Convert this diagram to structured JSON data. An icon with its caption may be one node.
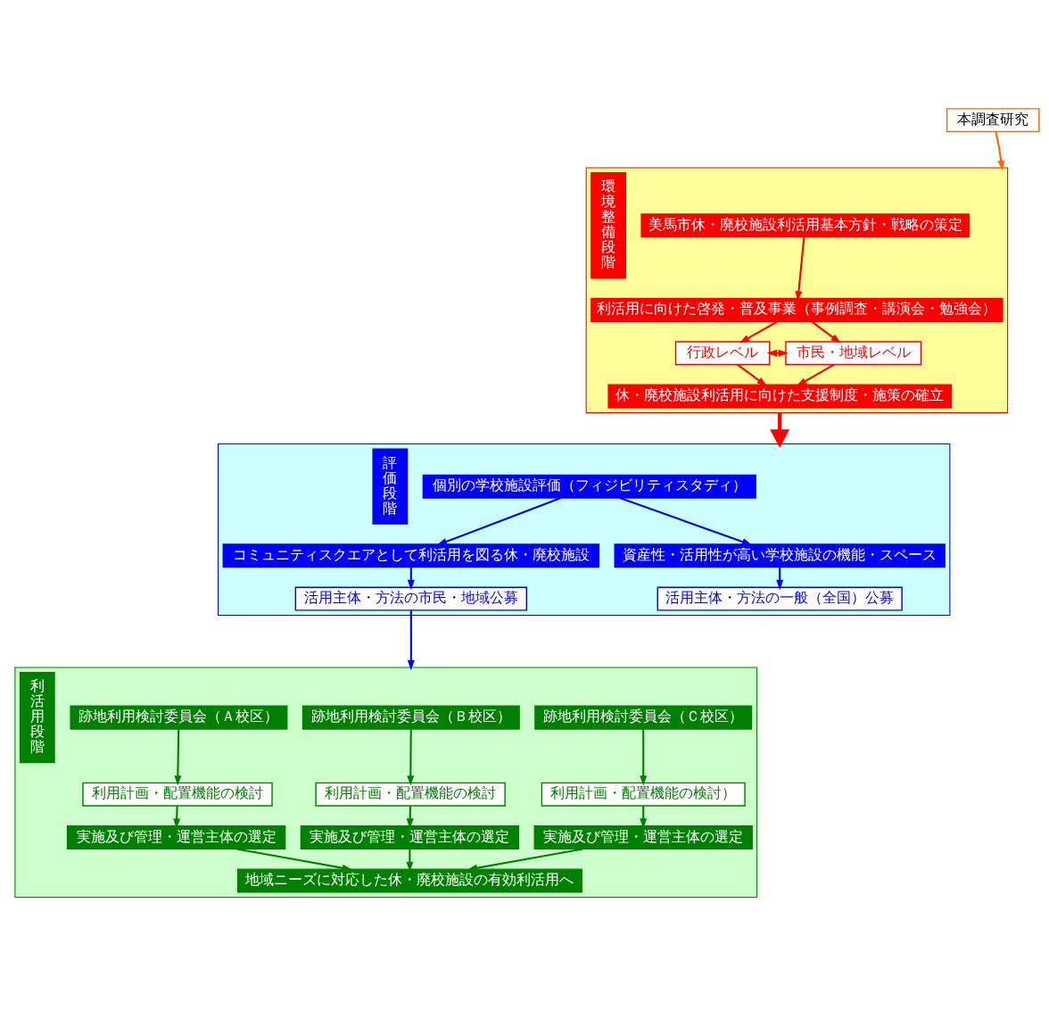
{
  "diagram": {
    "nodes": [
      {
        "text": [
          "本調査研究"
        ]
      },
      {
        "text": [],
        "shape": "box"
      },
      {
        "text": [
          "環境整備段階"
        ],
        "in": 1
      },
      {
        "text": [
          "美馬市休・廃校施設利活用基本方針・戦略の策定"
        ],
        "in": 1
      },
      {
        "text": [
          "利活用に向けた啓発・普及事業（事例調査・講演会・勉強会）"
        ],
        "in": 1
      },
      {
        "text": [
          "行政レベル"
        ],
        "in": 1
      },
      {
        "text": [
          "市民・地域レベル"
        ],
        "in": 1
      },
      {
        "text": [
          "休・廃校施設利活用に向けた支援制度・施策の確立"
        ],
        "in": 1
      },
      {
        "text": [],
        "shape": "box"
      },
      {
        "text": [
          "評価段階"
        ],
        "in": 8
      },
      {
        "text": [
          "個別の学校施設評価（フィジビリティスタディ）"
        ],
        "in": 8
      },
      {
        "text": [
          "資産性・活用性が高い学校施設の機能・スペース"
        ],
        "in": 8
      },
      {
        "text": [
          "コミュニティスクエアとして利活用を図る休・廃校施設"
        ],
        "in": 8
      },
      {
        "text": [
          "活用主体・方法の一般（全国）公募"
        ],
        "in": 8
      },
      {
        "text": [
          "活用主体・方法の市民・地域公募"
        ],
        "in": 8
      },
      {
        "text": [],
        "shape": "box"
      },
      {
        "text": [
          "利活用段階"
        ],
        "in": 15
      },
      {
        "text": [
          "跡地利用検討委員会（Ａ校区）"
        ],
        "in": 15
      },
      {
        "text": [
          "跡地利用検討委員会（Ｂ校区）"
        ],
        "in": 15
      },
      {
        "text": [
          "跡地利用検討委員会（Ｃ校区）"
        ],
        "in": 15
      },
      {
        "text": [
          "利用計画・配置機能の検討"
        ],
        "in": 15
      },
      {
        "text": [
          "利用計画・配置機能の検討"
        ],
        "in": 15
      },
      {
        "text": [
          "利用計画・配置機能の検討）"
        ],
        "in": 15
      },
      {
        "text": [
          "実施及び管理・運営主体の選定"
        ],
        "in": 15
      },
      {
        "text": [
          "実施及び管理・運営主体の選定"
        ],
        "in": 15
      },
      {
        "text": [
          "実施及び管理・運営主体の選定"
        ],
        "in": 15
      },
      {
        "text": [
          "地域ニーズに対応した休・廃校施設の有効利活用へ"
        ],
        "in": 15
      }
    ],
    "edges": [
      {
        "from": 0,
        "to": 1,
        "arrow": "to",
        "color": "#ff6600"
      },
      {
        "from": 3,
        "to": 4,
        "arrow": "to",
        "color": "#ff0000"
      },
      {
        "from": 4,
        "to": 5,
        "arrow": "to",
        "color": "#ff0000"
      },
      {
        "from": 4,
        "to": 6,
        "arrow": "to",
        "color": "#ff0000"
      },
      {
        "from": 5,
        "to": 6,
        "arrow": "both",
        "color": "#ff0000"
      },
      {
        "from": 5,
        "to": 7,
        "arrow": "to",
        "color": "#ff0000"
      },
      {
        "from": 6,
        "to": 7,
        "arrow": "to",
        "color": "#ff0000"
      },
      {
        "from": 1,
        "to": 8,
        "arrow": "to",
        "style": "thick",
        "color": "#ff0000"
      },
      {
        "from": 10,
        "to": 11,
        "arrow": "to",
        "color": "#0000ff"
      },
      {
        "from": 10,
        "to": 12,
        "arrow": "to",
        "color": "#0000ff"
      },
      {
        "from": 11,
        "to": 13,
        "arrow": "to",
        "color": "#0000ff"
      },
      {
        "from": 12,
        "to": 14,
        "arrow": "to",
        "color": "#0000ff"
      },
      {
        "from": 14,
        "to": 15,
        "arrow": "to",
        "color": "#0000ff"
      },
      {
        "from": 17,
        "to": 20,
        "arrow": "to"
      },
      {
        "from": 18,
        "to": 21,
        "arrow": "to"
      },
      {
        "from": 19,
        "to": 22,
        "arrow": "to"
      },
      {
        "from": 20,
        "to": 23,
        "arrow": "to"
      },
      {
        "from": 21,
        "to": 24,
        "arrow": "to"
      },
      {
        "from": 22,
        "to": 25,
        "arrow": "to"
      },
      {
        "from": 23,
        "to": 26,
        "arrow": "to"
      },
      {
        "from": 24,
        "to": 26,
        "arrow": "to"
      },
      {
        "from": 25,
        "to": 26,
        "arrow": "to"
      }
    ]
  }
}
